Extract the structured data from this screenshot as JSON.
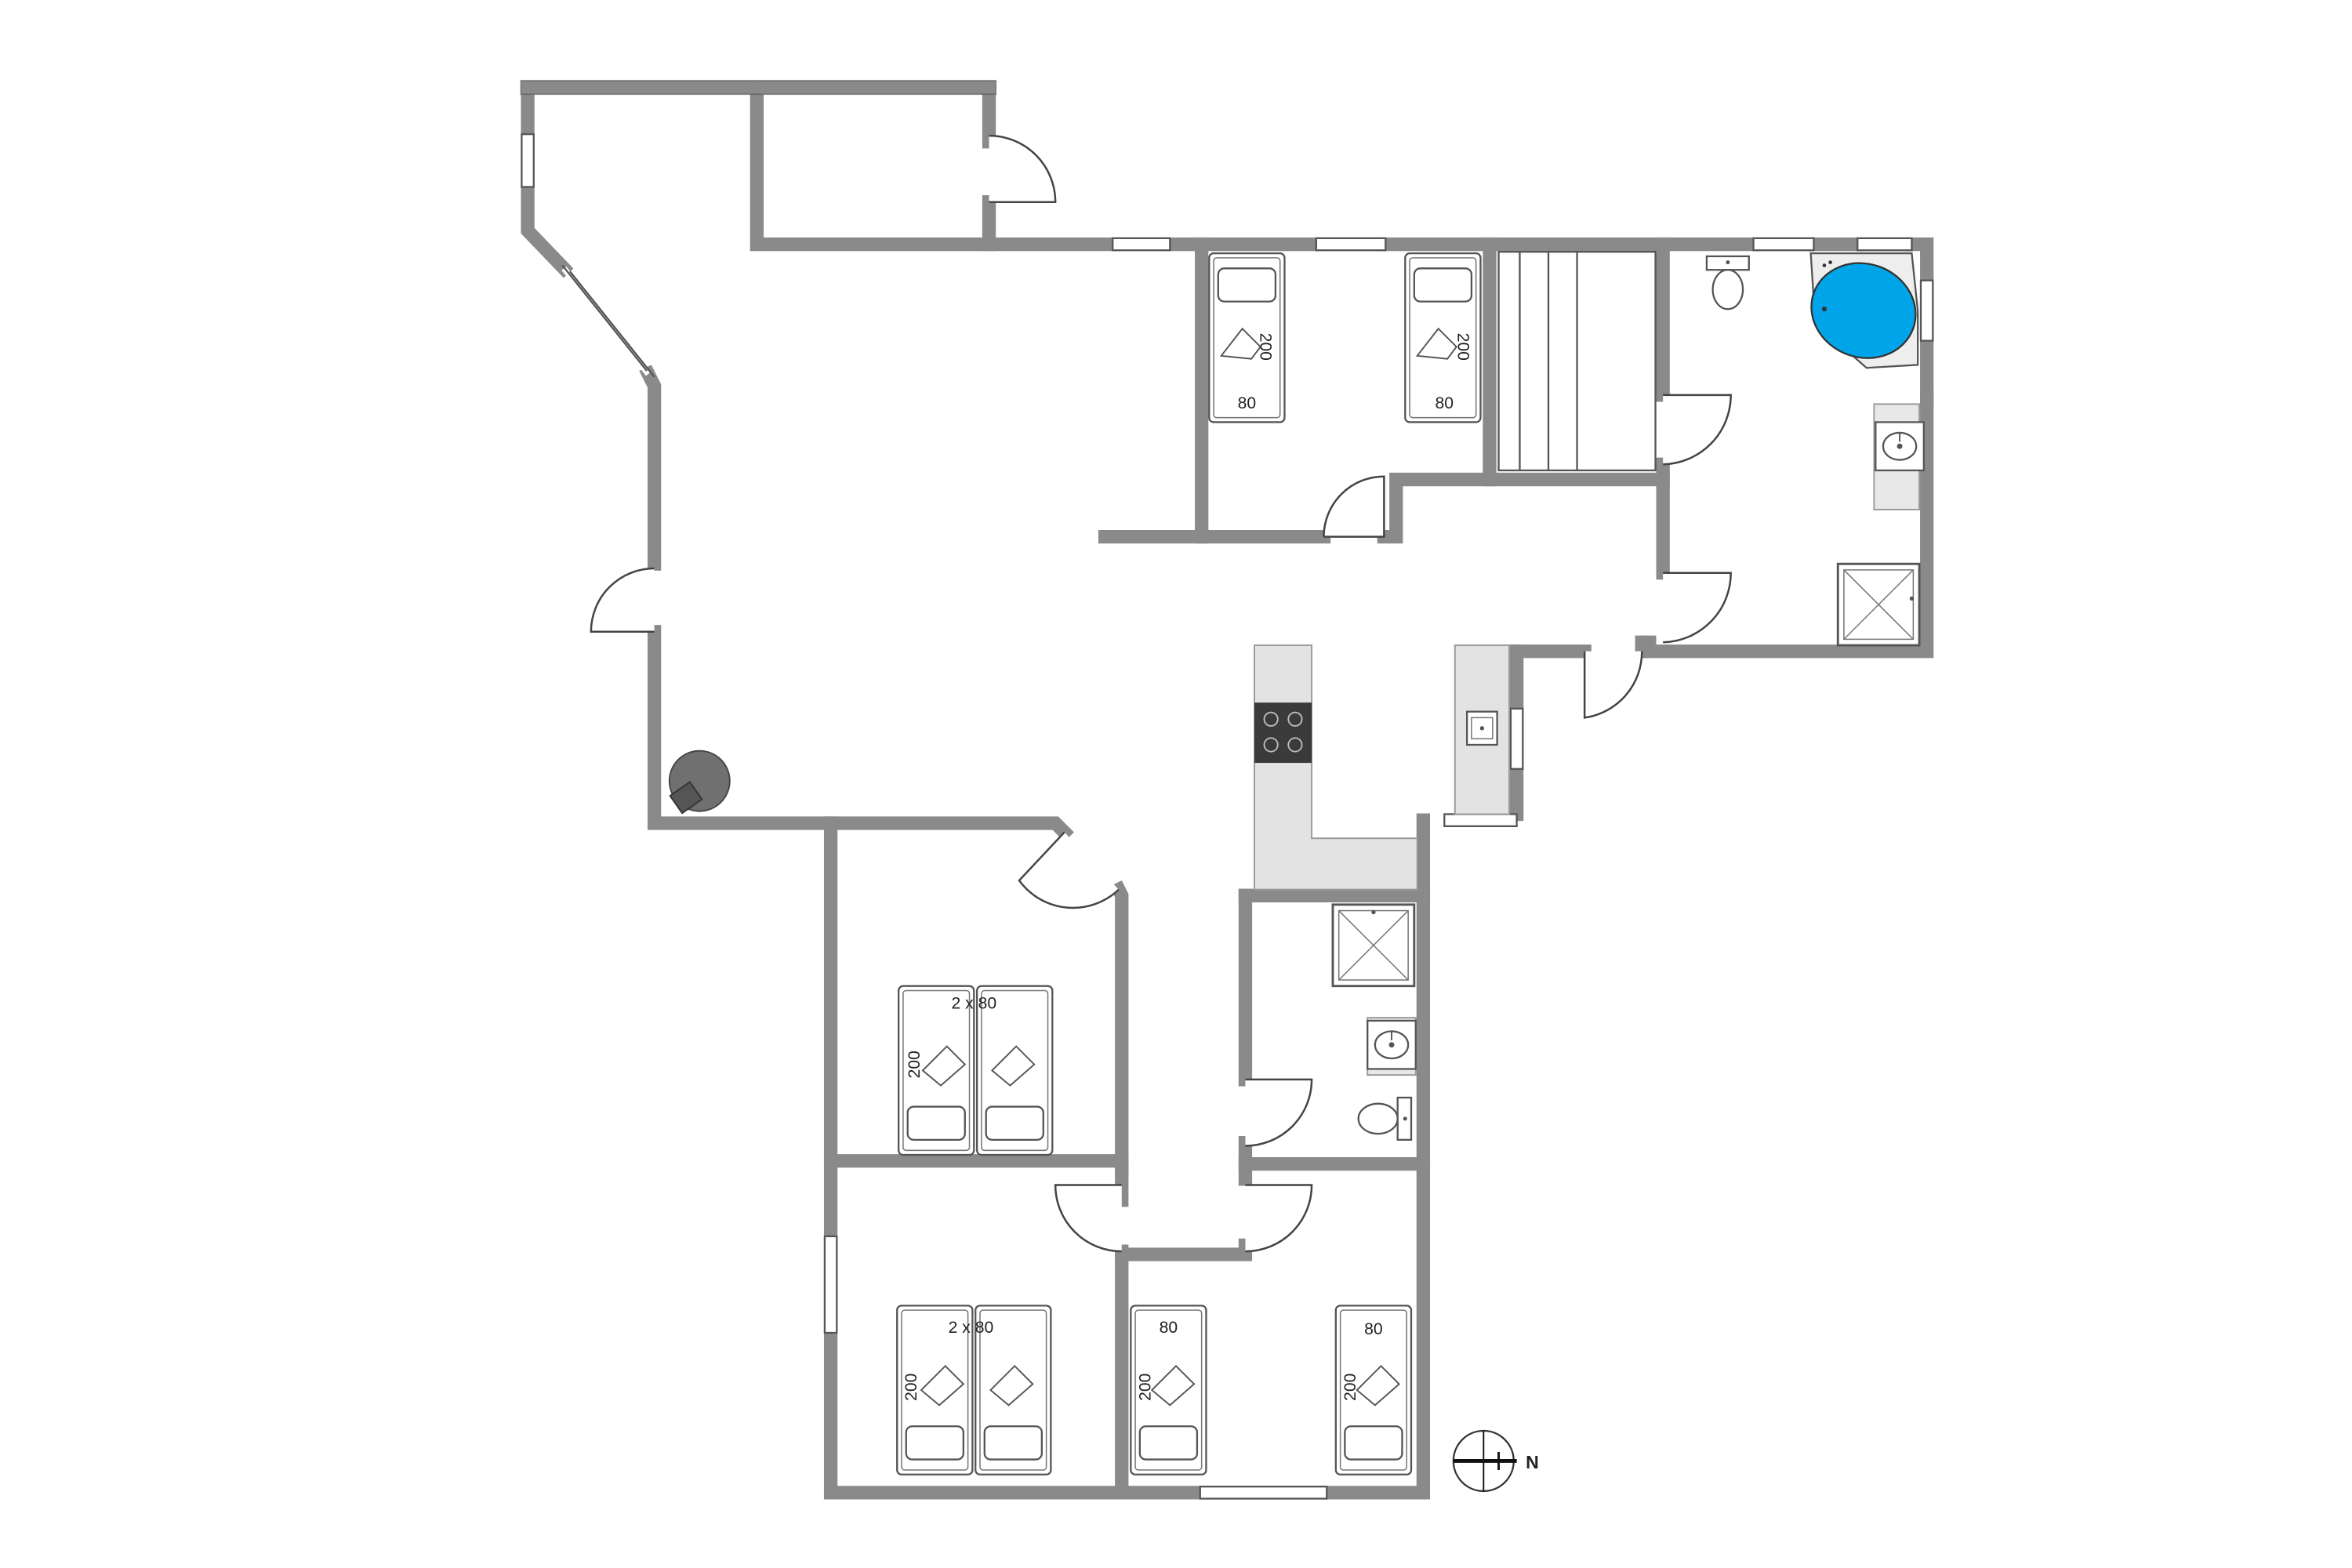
{
  "colors": {
    "wall": "#8a8a8a",
    "wall_stroke": "#5a5a5a",
    "counter": "#e3e3e3",
    "hob": "#3a3a3a",
    "tub_water": "#00a4e8",
    "tub_shell": "#eeeeee",
    "fixture_stroke": "#555555",
    "door_stroke": "#444444"
  },
  "icons": [
    "bed-icon",
    "toilet-icon",
    "sink-icon",
    "shower-icon",
    "bathtub-icon",
    "hob-icon",
    "stove-icon",
    "compass-icon"
  ],
  "bed_labels": {
    "upper_bed_1_length": "200",
    "upper_bed_1_width": "80",
    "upper_bed_2_length": "200",
    "upper_bed_2_width": "80",
    "mid_double_width": "2 x 80",
    "mid_double_length": "200",
    "low_double_width": "2 x 80",
    "low_double_length": "200",
    "low_single_1_width": "80",
    "low_single_1_length": "200",
    "low_single_2_width": "80",
    "low_single_2_length": "200"
  },
  "compass": {
    "label": "N"
  }
}
